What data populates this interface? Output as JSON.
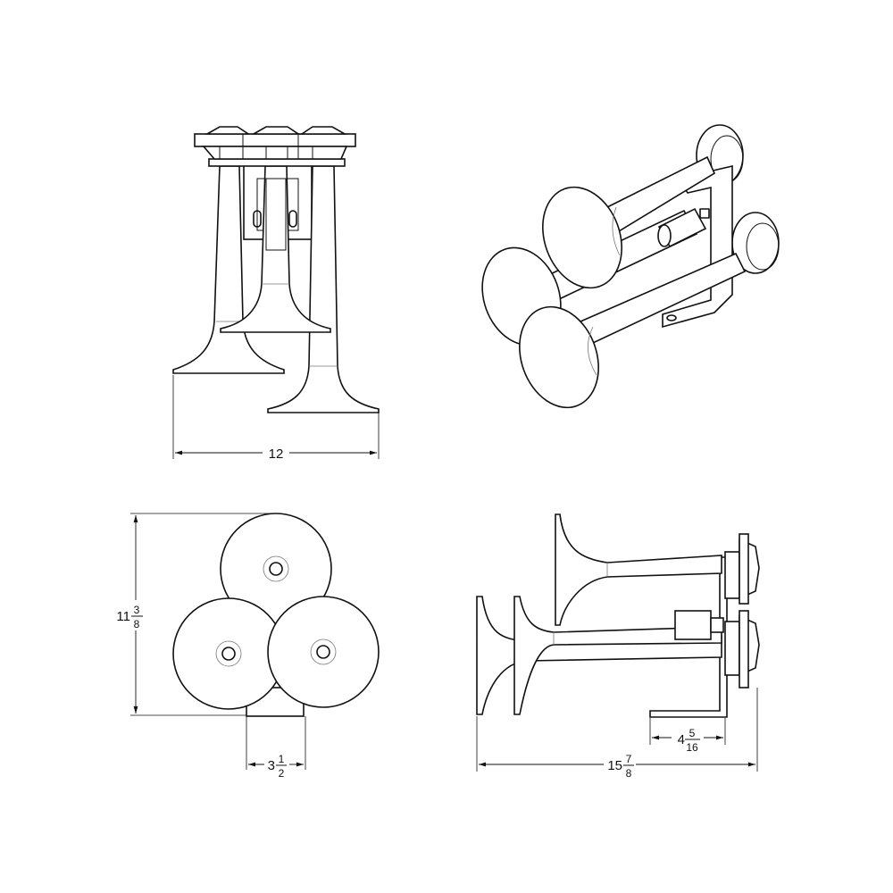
{
  "views": {
    "front": {
      "width_dim": "12"
    },
    "isometric": {},
    "top": {
      "height_whole": "11",
      "height_num": "3",
      "height_den": "8",
      "width_whole": "3",
      "width_num": "1",
      "width_den": "2"
    },
    "side": {
      "bracket_whole": "4",
      "bracket_num": "5",
      "bracket_den": "16",
      "length_whole": "15",
      "length_num": "7",
      "length_den": "8"
    }
  },
  "colors": {
    "line": "#111111",
    "background": "#ffffff"
  }
}
